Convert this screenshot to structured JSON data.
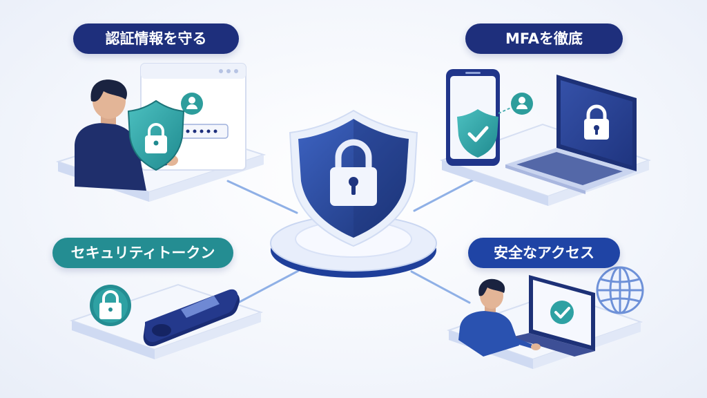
{
  "labels": {
    "protect_credentials": "認証情報を守る",
    "enforce_mfa": "MFAを徹底",
    "security_token": "セキュリティトークン",
    "secure_access": "安全なアクセス"
  },
  "colors": {
    "navy": "#1e2f7c",
    "teal": "#248d92",
    "blue": "#1f44a5",
    "shield_blue": "#2a4a9e",
    "platform": "#eef2fb"
  },
  "icons": [
    "shield-lock-icon",
    "user-icon",
    "checkmark-icon",
    "lock-icon",
    "globe-icon",
    "usb-key-icon"
  ]
}
